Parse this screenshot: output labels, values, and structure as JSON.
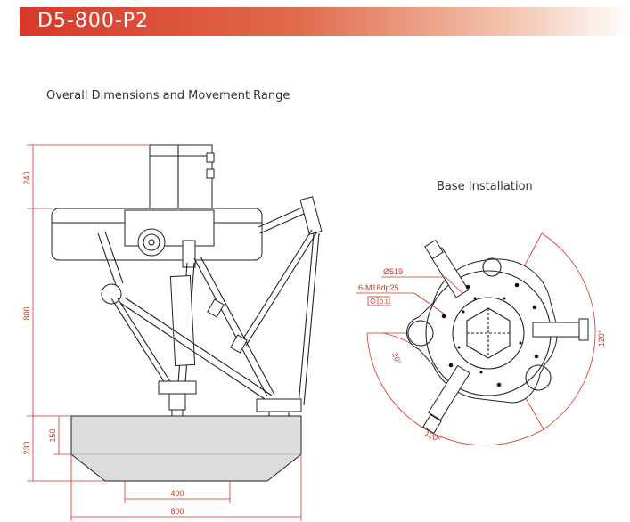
{
  "header": {
    "title": "D5-800-P2",
    "accent": "#d8372a"
  },
  "sections": {
    "left_title": "Overall Dimensions and Movement Range",
    "right_title": "Base Installation"
  },
  "dimensions": {
    "d240": "240",
    "d800_vertical": "800",
    "d230": "230",
    "d150": "150",
    "d400": "400",
    "d800_horizontal": "800"
  },
  "base_annotations": {
    "diameter": "Ø519",
    "holes": "6-M16dp25",
    "tolerance": "0.1",
    "angle_20": "20°",
    "angle_120_right": "120°",
    "angle_120_bottom": "120°"
  }
}
